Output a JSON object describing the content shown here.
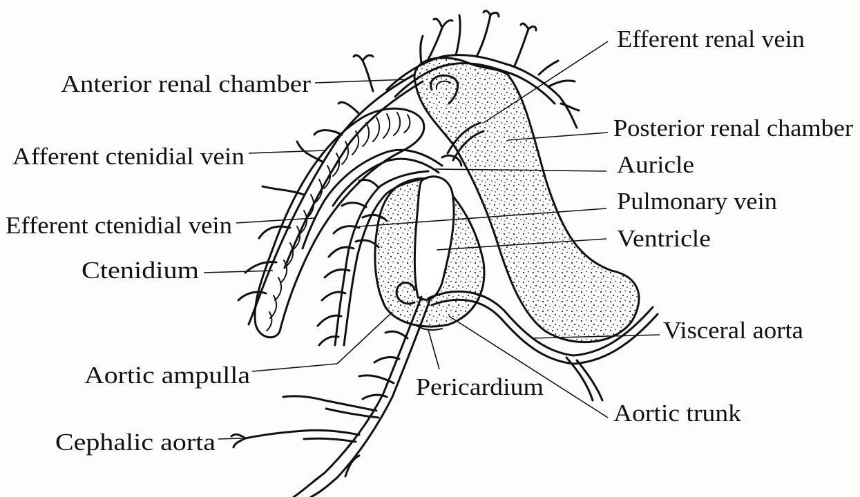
{
  "labels": {
    "anterior_renal_chamber": "Anterior renal chamber",
    "efferent_renal_vein": "Efferent renal vein",
    "posterior_renal_chamber": "Posterior renal chamber",
    "afferent_ctenidial_vein": "Afferent ctenidial vein",
    "auricle": "Auricle",
    "pulmonary_vein": "Pulmonary vein",
    "efferent_ctenidial_vein": "Efferent ctenidial vein",
    "ventricle": "Ventricle",
    "ctenidium": "Ctenidium",
    "visceral_aorta": "Visceral aorta",
    "aortic_ampulla": "Aortic ampulla",
    "pericardium": "Pericardium",
    "aortic_trunk": "Aortic trunk",
    "cephalic_aorta": "Cephalic aorta"
  },
  "colors": {
    "ink": "#111111",
    "paper": "#fdfdfc"
  }
}
